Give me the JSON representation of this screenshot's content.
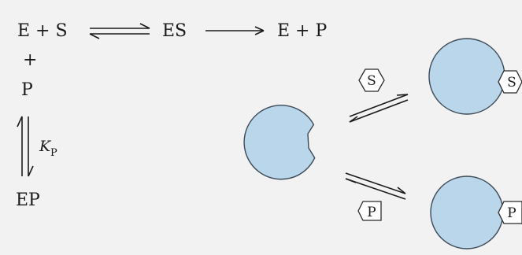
{
  "scheme": {
    "E_plus_S": "E + S",
    "ES": "ES",
    "E_plus_P": "E + P",
    "plus": "+",
    "P": "P",
    "K_main": "K",
    "K_sub": "P",
    "EP": "EP"
  },
  "diagram": {
    "substrate_label": "S",
    "product_label": "P",
    "colors": {
      "enzyme_fill": "#b9d6ea",
      "enzyme_stroke": "#3d4a57",
      "background": "#f2f2f2"
    }
  }
}
